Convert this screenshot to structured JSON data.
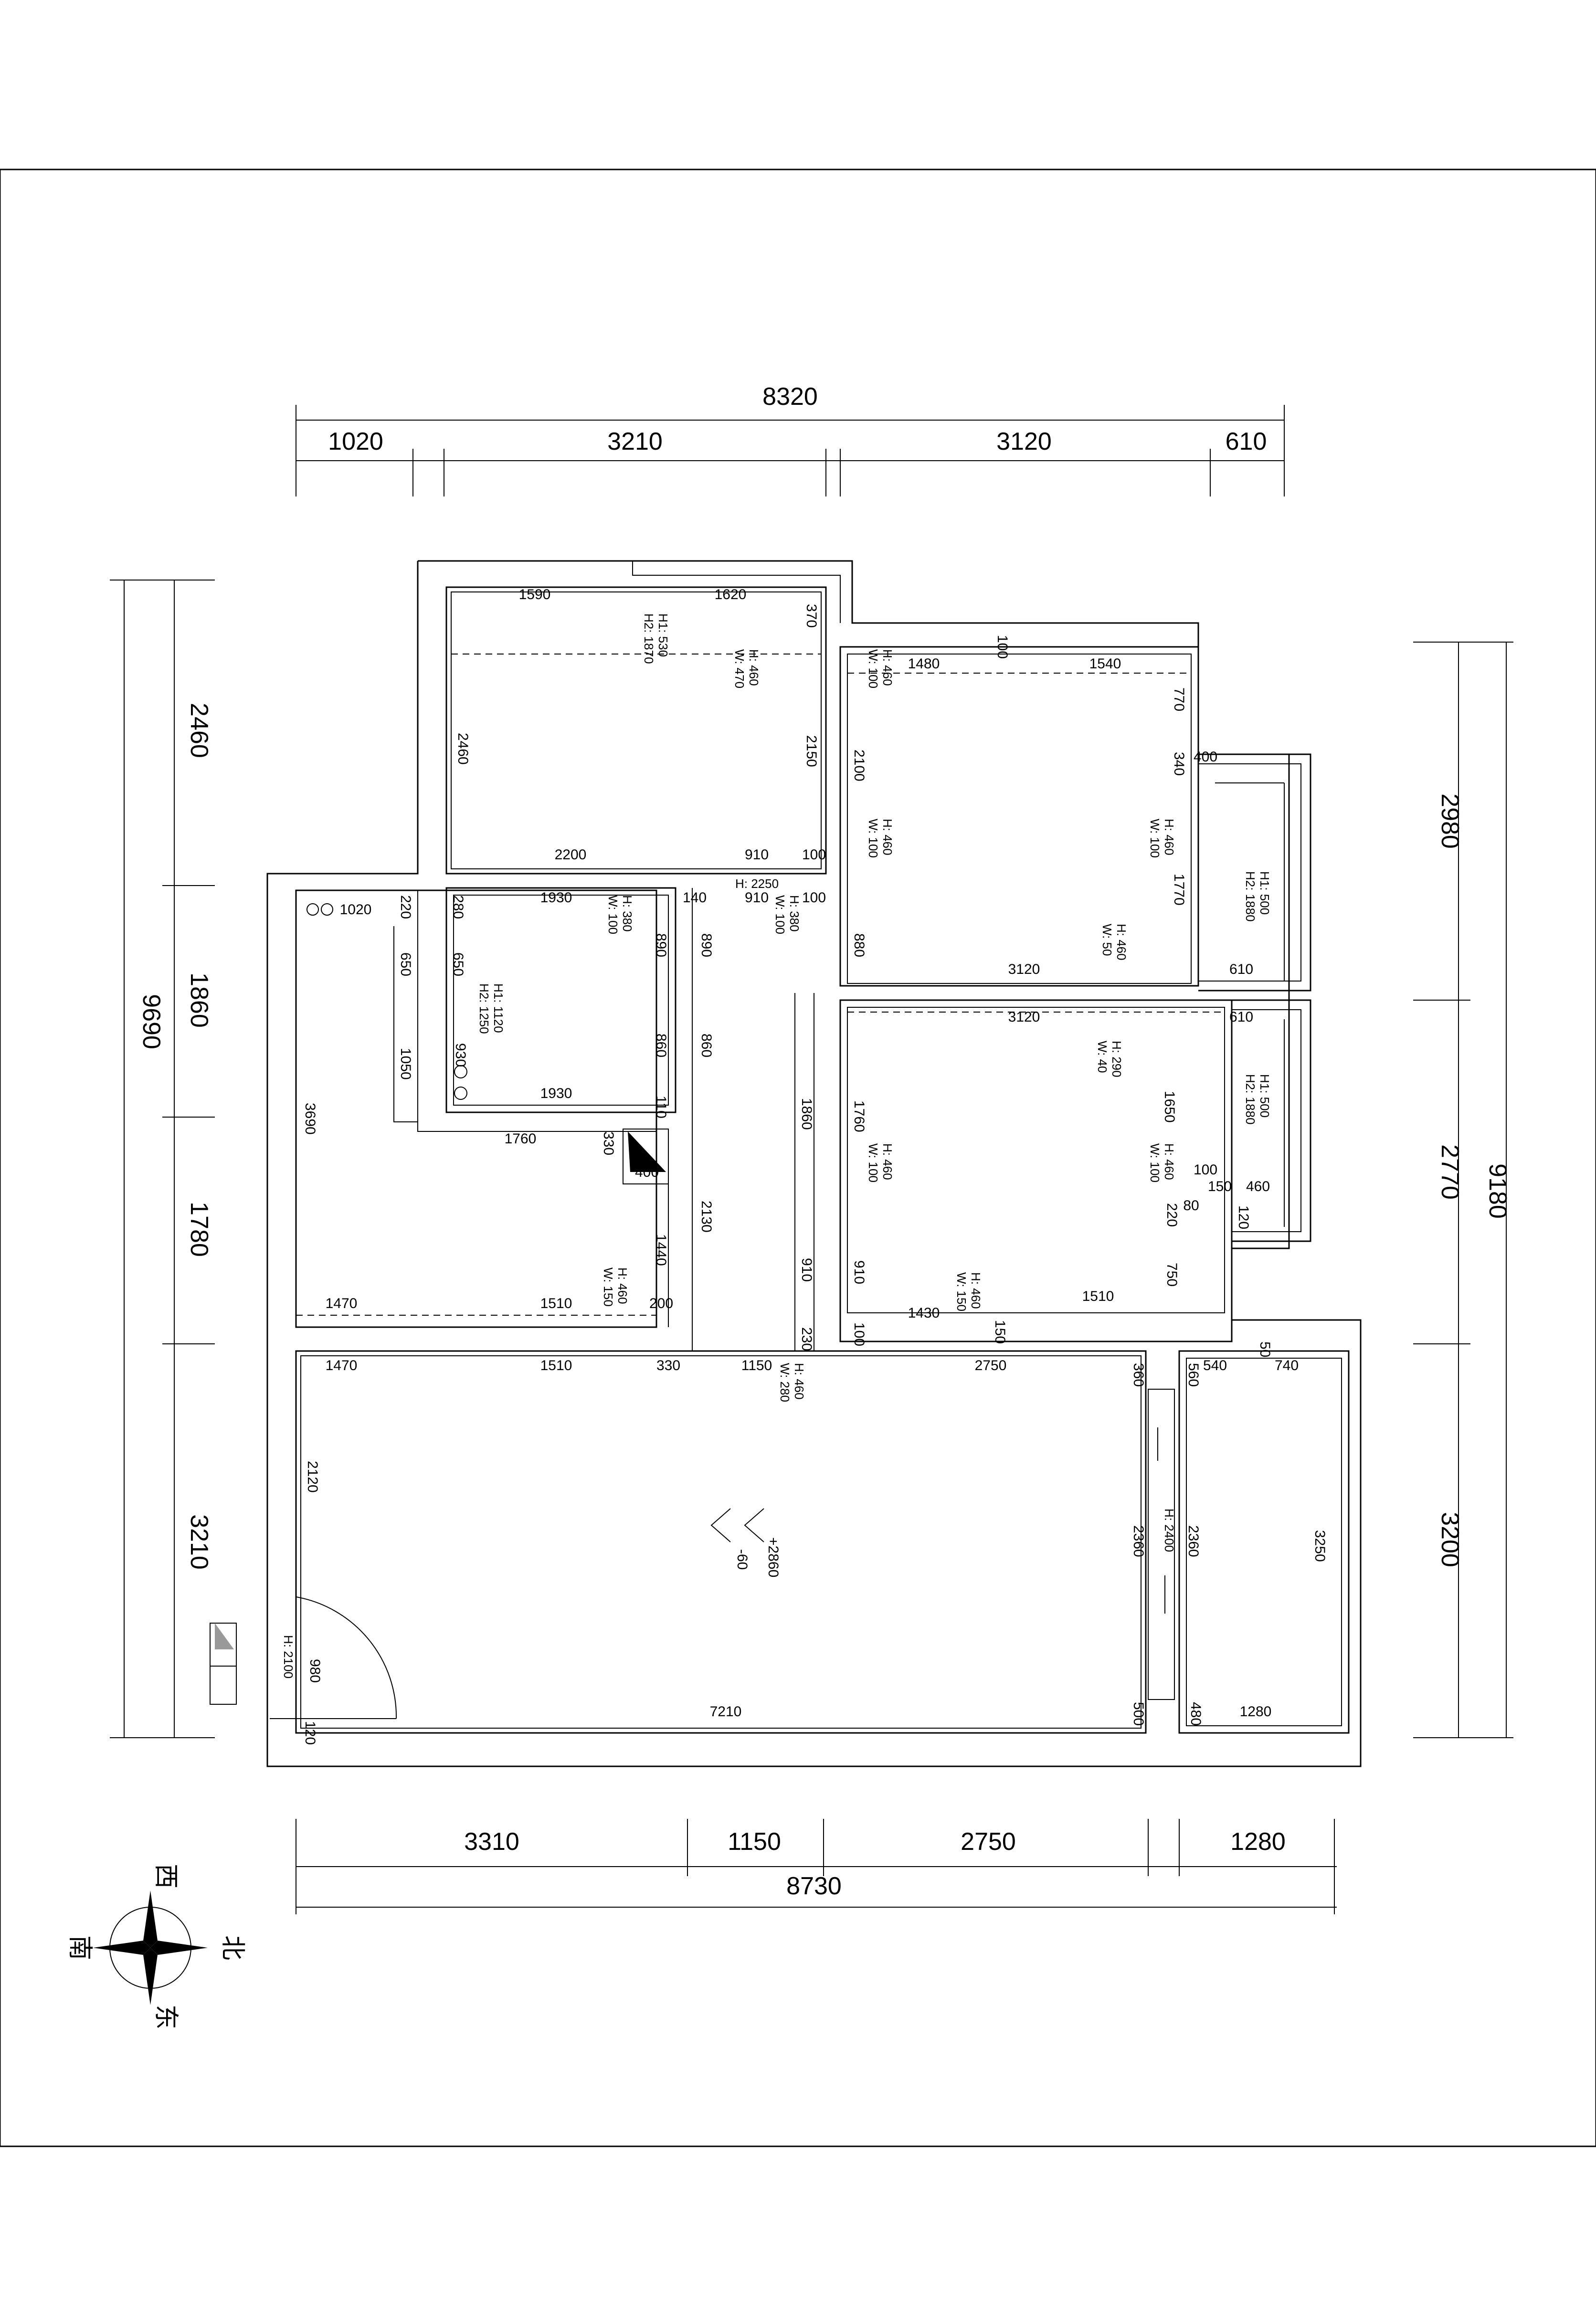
{
  "overall": {
    "top_total": "8320",
    "top_segments": [
      "1020",
      "3210",
      "3120",
      "610"
    ],
    "bottom_total": "8730",
    "bottom_segments": [
      "3310",
      "1150",
      "2750",
      "1280"
    ],
    "left_total": "9690",
    "left_segments": [
      "2460",
      "1860",
      "1780",
      "3210"
    ],
    "right_total": "9180",
    "right_segments": [
      "2980",
      "2770",
      "3200"
    ]
  },
  "room_top": {
    "d1590": "1590",
    "d1620": "1620",
    "d370": "370",
    "d2460": "2460",
    "d2150": "2150",
    "d2200": "2200",
    "d910": "910",
    "d100": "100",
    "win_h1": "H1: 530",
    "win_h2": "H2: 1870",
    "win_h": "H: 460",
    "win_w": "W: 470"
  },
  "room_ne": {
    "d100": "100",
    "d1480": "1480",
    "d1540": "1540",
    "d770": "770",
    "d340": "340",
    "d400": "400",
    "d2100": "2100",
    "d1770": "1770",
    "d880": "880",
    "d3120": "3120",
    "d610": "610",
    "h460a": "H: 460",
    "w100a": "W: 100",
    "h460b": "H: 460",
    "w100b": "W: 100",
    "h460c": "H: 460",
    "w100c": "W: 100",
    "h460d": "H: 460",
    "w50": "W: 50",
    "bay_h1": "H1: 500",
    "bay_h2": "H2: 1880"
  },
  "bath": {
    "d1020": "1020",
    "d220": "220",
    "d280": "280",
    "d1930a": "1930",
    "d140": "140",
    "d650a": "650",
    "d650b": "650",
    "d890": "890",
    "d860": "860",
    "d1050": "1050",
    "d930": "930",
    "d1930b": "1930",
    "d110": "110",
    "h380": "H: 380",
    "w100": "W: 100",
    "h1": "H1: 1120",
    "h2": "H2: 1250",
    "h2250": "H: 2250",
    "d910": "910",
    "d100": "100",
    "h380b": "H: 380",
    "w100b": "W: 100"
  },
  "corridor": {
    "d890": "890",
    "d860": "860",
    "d2130": "2130",
    "d1860": "1860",
    "d910": "910",
    "d230": "230"
  },
  "kitchen": {
    "d3690": "3690",
    "d1760": "1760",
    "d330": "330",
    "d400": "400",
    "d1440": "1440",
    "d1470": "1470",
    "d1510": "1510",
    "d200": "200",
    "h460": "H: 460",
    "w150": "W: 150"
  },
  "room_se": {
    "d3120": "3120",
    "d610": "610",
    "d1650": "1650",
    "d1760": "1760",
    "d150": "150",
    "d460": "460",
    "d80": "80",
    "d220": "220",
    "d120": "120",
    "d750": "750",
    "d910": "910",
    "d1430": "1430",
    "d1510": "1510",
    "d100": "100",
    "d150b": "150",
    "h290": "H: 290",
    "w40": "W: 40",
    "h460a": "H: 460",
    "w100a": "W: 100",
    "h460b": "H: 460",
    "w100b": "W: 100",
    "h460c": "H: 460",
    "w150": "W: 150",
    "bay_h1": "H1: 500",
    "bay_h2": "H2: 1880",
    "d100b": "100"
  },
  "living": {
    "d1470": "1470",
    "d1510": "1510",
    "d330": "330",
    "d1150": "1150",
    "d2750": "2750",
    "d360": "360",
    "d540": "540",
    "d50": "50",
    "d740": "740",
    "d560": "560",
    "d2120": "2120",
    "d980": "980",
    "d7210": "7210",
    "d120": "120",
    "d500": "500",
    "d480": "480",
    "d1280": "1280",
    "d2360a": "2360",
    "d2360b": "2360",
    "d3250": "3250",
    "door_h2400": "H: 2400",
    "door_h2100": "H: 2100",
    "h460": "H: 460",
    "w280": "W: 280",
    "level_a": "+2860",
    "level_b": "-60"
  },
  "compass": {
    "west": "西",
    "north": "北",
    "south": "南",
    "east": "东"
  }
}
